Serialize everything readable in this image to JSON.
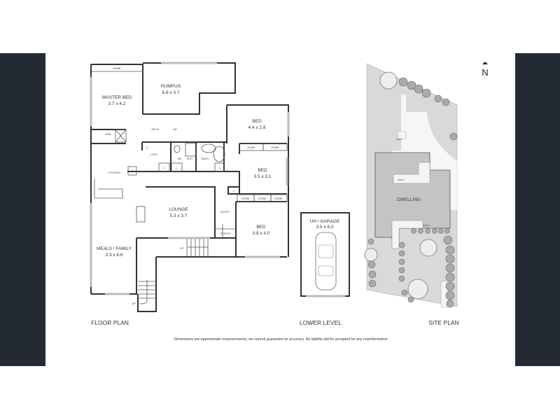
{
  "floor_plan": {
    "title": "FLOOR PLAN",
    "rooms": {
      "master_bed": {
        "name": "MASTER BED",
        "size": "3.7 x 4.2"
      },
      "rumpus": {
        "name": "RUMPUS",
        "size": "6.8 x 3.7"
      },
      "bed1": {
        "name": "BED",
        "size": "4.4 x 2.8"
      },
      "bed2": {
        "name": "BED",
        "size": "3.5 x 3.1"
      },
      "bed3": {
        "name": "BED",
        "size": "3.8 x 4.0"
      },
      "lounge": {
        "name": "LOUNGE",
        "size": "5.3 x 3.7"
      },
      "meals": {
        "name": "MEALS / FAMILY",
        "size": "3.3 x 6.6"
      }
    },
    "labels": {
      "robe": "ROBE",
      "ens": "ENS",
      "deck": "DECK",
      "up": "UP",
      "ldry": "L'DRY",
      "wc": "WC",
      "sho": "SHO",
      "bath": "BATH",
      "c": "C",
      "f": "F",
      "kitchen": "KITCHEN",
      "entry": "ENTRY",
      "porch": "PORCH"
    }
  },
  "lower_level": {
    "title": "LOWER LEVEL",
    "room": {
      "name": "UH / GARAGE",
      "size": "3.5 x 6.0"
    }
  },
  "site_plan": {
    "title": "SITE PLAN",
    "dwelling": "DWELLING",
    "deck": "DECK",
    "porch": "PORCH",
    "north": "N"
  },
  "disclaimer": "Dimensions are approximate measurements; we cannot guarantee its accuracy. No liability will be accepted for any misinformation"
}
